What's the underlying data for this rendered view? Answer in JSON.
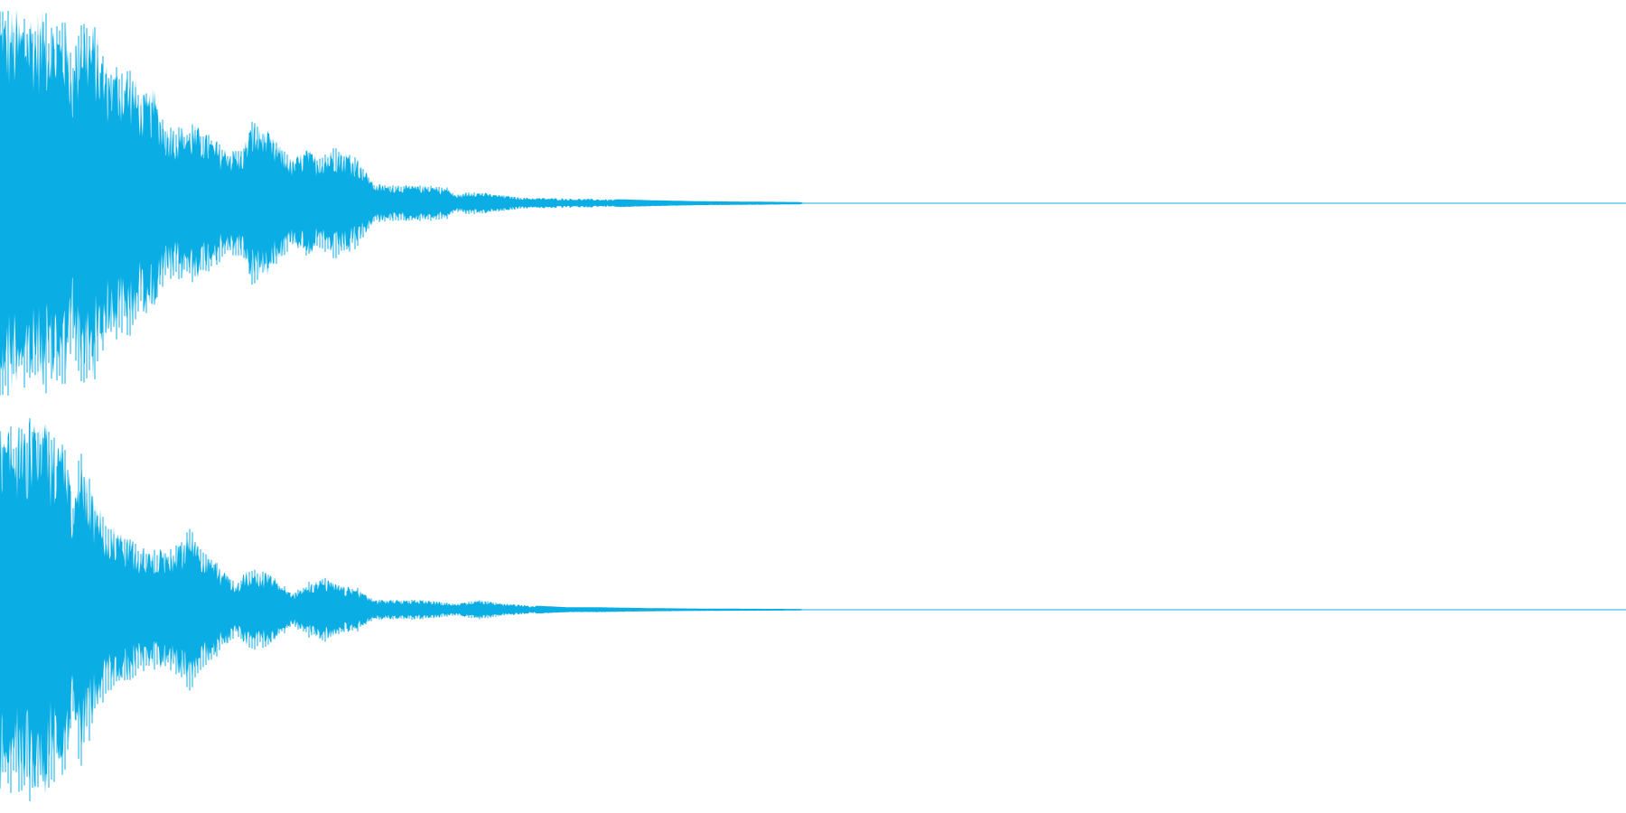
{
  "waveform": {
    "color": "#0aaee4",
    "background": "#ffffff",
    "channels": [
      {
        "name": "left",
        "envelope": [
          [
            0.0,
            1.0
          ],
          [
            0.01,
            0.98
          ],
          [
            0.02,
            1.0
          ],
          [
            0.03,
            0.95
          ],
          [
            0.04,
            0.92
          ],
          [
            0.045,
            0.7
          ],
          [
            0.05,
            1.0
          ],
          [
            0.058,
            0.9
          ],
          [
            0.065,
            0.72
          ],
          [
            0.072,
            0.7
          ],
          [
            0.08,
            0.68
          ],
          [
            0.088,
            0.55
          ],
          [
            0.095,
            0.58
          ],
          [
            0.102,
            0.4
          ],
          [
            0.11,
            0.38
          ],
          [
            0.12,
            0.4
          ],
          [
            0.13,
            0.33
          ],
          [
            0.14,
            0.28
          ],
          [
            0.148,
            0.26
          ],
          [
            0.155,
            0.41
          ],
          [
            0.165,
            0.36
          ],
          [
            0.175,
            0.26
          ],
          [
            0.18,
            0.22
          ],
          [
            0.188,
            0.28
          ],
          [
            0.195,
            0.24
          ],
          [
            0.205,
            0.28
          ],
          [
            0.215,
            0.26
          ],
          [
            0.222,
            0.2
          ],
          [
            0.23,
            0.1
          ],
          [
            0.24,
            0.09
          ],
          [
            0.255,
            0.09
          ],
          [
            0.265,
            0.09
          ],
          [
            0.275,
            0.08
          ],
          [
            0.28,
            0.04
          ],
          [
            0.29,
            0.06
          ],
          [
            0.3,
            0.05
          ],
          [
            0.32,
            0.03
          ],
          [
            0.35,
            0.025
          ],
          [
            0.38,
            0.02
          ],
          [
            0.4,
            0.015
          ],
          [
            0.43,
            0.01
          ],
          [
            0.46,
            0.008
          ],
          [
            0.492,
            0.006
          ],
          [
            0.495,
            0.0
          ],
          [
            1.0,
            0.0
          ]
        ]
      },
      {
        "name": "right",
        "envelope": [
          [
            0.0,
            0.98
          ],
          [
            0.01,
            0.95
          ],
          [
            0.02,
            1.0
          ],
          [
            0.03,
            0.92
          ],
          [
            0.04,
            0.85
          ],
          [
            0.045,
            0.55
          ],
          [
            0.05,
            0.85
          ],
          [
            0.058,
            0.55
          ],
          [
            0.065,
            0.48
          ],
          [
            0.072,
            0.4
          ],
          [
            0.08,
            0.35
          ],
          [
            0.09,
            0.3
          ],
          [
            0.1,
            0.3
          ],
          [
            0.11,
            0.34
          ],
          [
            0.118,
            0.42
          ],
          [
            0.125,
            0.3
          ],
          [
            0.135,
            0.22
          ],
          [
            0.145,
            0.13
          ],
          [
            0.152,
            0.2
          ],
          [
            0.16,
            0.2
          ],
          [
            0.17,
            0.16
          ],
          [
            0.18,
            0.08
          ],
          [
            0.19,
            0.14
          ],
          [
            0.2,
            0.16
          ],
          [
            0.21,
            0.12
          ],
          [
            0.22,
            0.11
          ],
          [
            0.23,
            0.05
          ],
          [
            0.245,
            0.05
          ],
          [
            0.26,
            0.05
          ],
          [
            0.27,
            0.04
          ],
          [
            0.28,
            0.03
          ],
          [
            0.295,
            0.05
          ],
          [
            0.31,
            0.03
          ],
          [
            0.33,
            0.02
          ],
          [
            0.35,
            0.012
          ],
          [
            0.37,
            0.012
          ],
          [
            0.4,
            0.008
          ],
          [
            0.43,
            0.006
          ],
          [
            0.46,
            0.005
          ],
          [
            0.492,
            0.004
          ],
          [
            0.495,
            0.0
          ],
          [
            1.0,
            0.0
          ]
        ]
      }
    ]
  }
}
